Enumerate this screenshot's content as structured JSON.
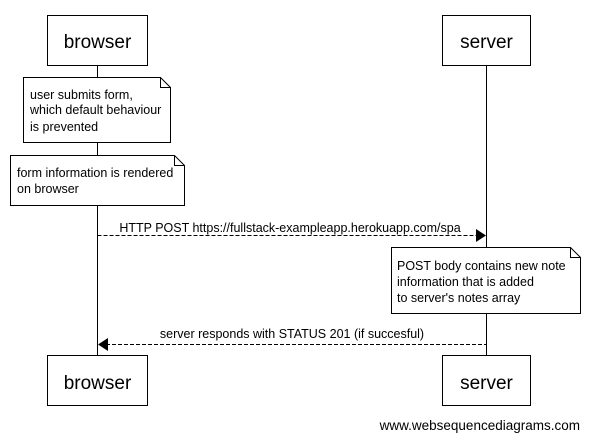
{
  "participants": [
    {
      "id": "browser",
      "label": "browser"
    },
    {
      "id": "server",
      "label": "server"
    }
  ],
  "notes": [
    {
      "over": "browser",
      "lines": [
        "user submits form,",
        "which default behaviour",
        "is prevented"
      ]
    },
    {
      "over": "browser",
      "lines": [
        "form information is rendered",
        "on browser"
      ]
    },
    {
      "over": "server",
      "lines": [
        "POST body contains new note",
        "information that is added",
        "to server's notes array"
      ]
    }
  ],
  "messages": [
    {
      "from": "browser",
      "to": "server",
      "label": "HTTP POST https://fullstack-exampleapp.herokuapp.com/spa",
      "style": "dashed"
    },
    {
      "from": "server",
      "to": "browser",
      "label": "server responds with STATUS 201 (if succesful)",
      "style": "dashed"
    }
  ],
  "footer": "www.websequencediagrams.com"
}
